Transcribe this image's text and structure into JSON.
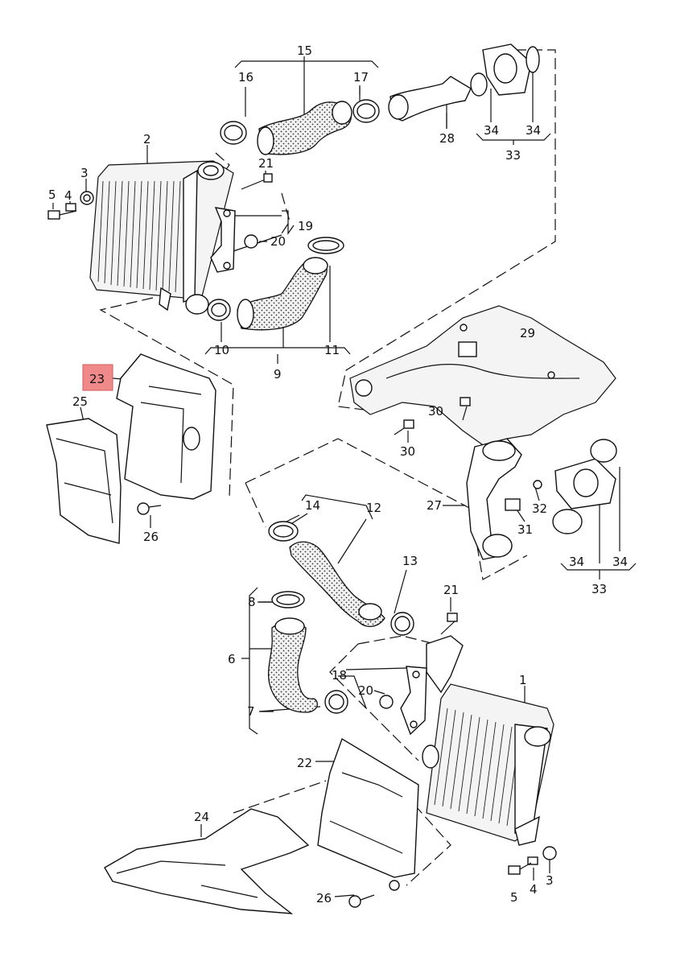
{
  "diagram": {
    "highlight_color": "#f08a8a",
    "highlighted_callout": "23",
    "callouts": {
      "c1": "1",
      "c2": "2",
      "c3a": "3",
      "c3b": "3",
      "c4a": "4",
      "c4b": "4",
      "c5a": "5",
      "c5b": "5",
      "c6": "6",
      "c7": "7",
      "c8": "8",
      "c9": "9",
      "c10": "10",
      "c11": "11",
      "c12": "12",
      "c13": "13",
      "c14": "14",
      "c15": "15",
      "c16": "16",
      "c17": "17",
      "c18": "18",
      "c19": "19",
      "c20a": "20",
      "c20b": "20",
      "c21a": "21",
      "c21b": "21",
      "c22": "22",
      "c23": "23",
      "c24": "24",
      "c25": "25",
      "c26a": "26",
      "c26b": "26",
      "c27": "27",
      "c28": "28",
      "c29": "29",
      "c30a": "30",
      "c30b": "30",
      "c31": "31",
      "c32": "32",
      "c33a": "33",
      "c33b": "33",
      "c34a": "34",
      "c34b": "34",
      "c34c": "34",
      "c34d": "34"
    }
  }
}
